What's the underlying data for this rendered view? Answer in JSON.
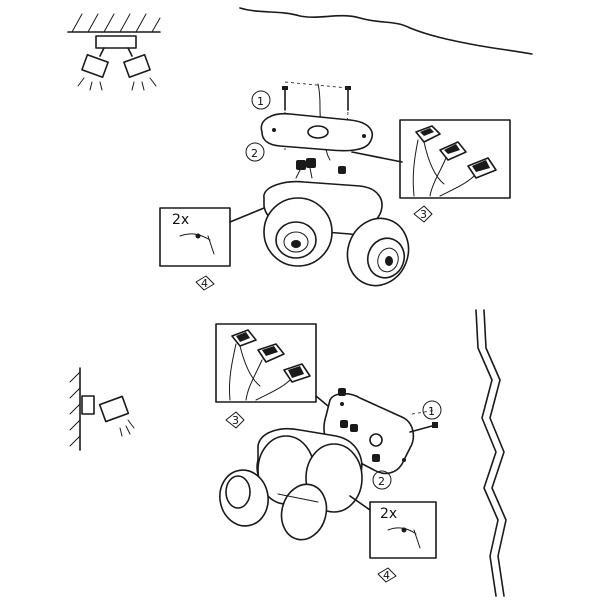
{
  "steps": {
    "top": {
      "s1": "1",
      "s2": "2",
      "s3": "3",
      "s4": "4"
    },
    "bottom": {
      "s1": "1",
      "s2": "2",
      "s3": "3",
      "s4": "4"
    }
  },
  "insets": {
    "top_screw_count": "2x",
    "bottom_screw_count": "2x"
  },
  "mount_icons": [
    "ceiling-mount-icon",
    "wall-mount-icon"
  ]
}
